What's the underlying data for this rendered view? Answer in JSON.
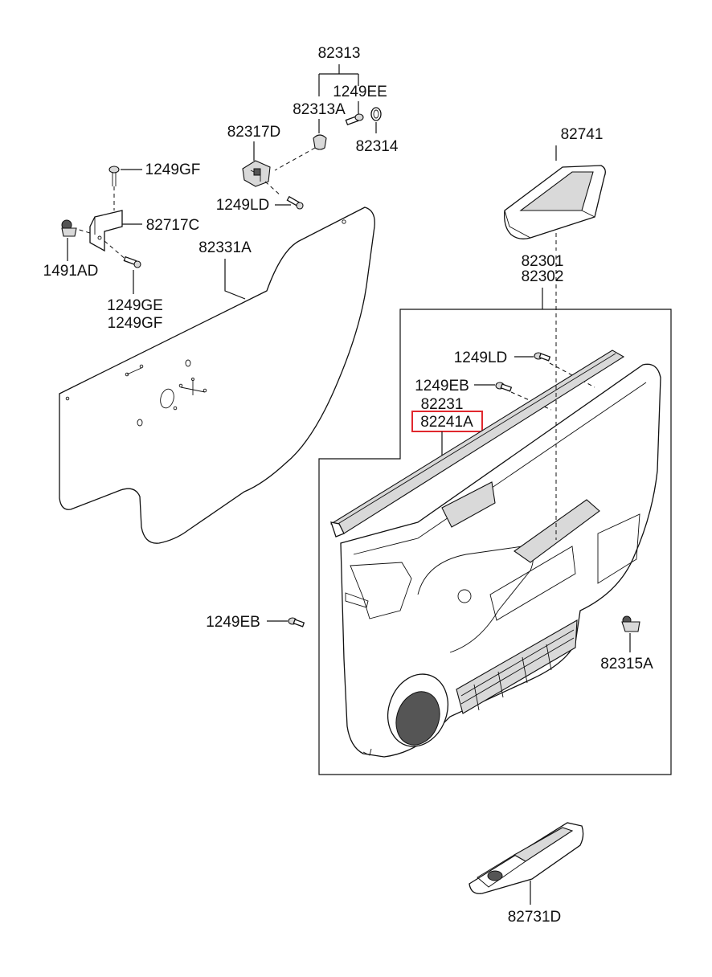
{
  "labels": {
    "p82313": "82313",
    "p1249EE": "1249EE",
    "p82313A": "82313A",
    "p82317D": "82317D",
    "p82314": "82314",
    "p1249GF_top": "1249GF",
    "p1249LD_top": "1249LD",
    "p82717C": "82717C",
    "p1491AD": "1491AD",
    "p82331A": "82331A",
    "p1249GE": "1249GE",
    "p1249GF_bottom": "1249GF",
    "p82741": "82741",
    "p82301": "82301",
    "p82302": "82302",
    "p1249LD_right": "1249LD",
    "p1249EB_right": "1249EB",
    "p82231": "82231",
    "p82241A": "82241A",
    "p1249EB_left": "1249EB",
    "p82315A": "82315A",
    "p82731D": "82731D"
  },
  "highlight": {
    "part": "82241A",
    "color": "#e0282e"
  }
}
